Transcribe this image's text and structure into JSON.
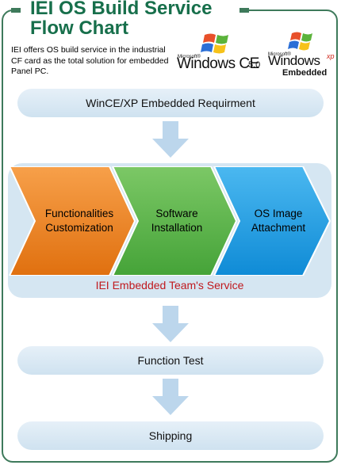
{
  "header": {
    "title_line1": "IEI OS Build Service",
    "title_line2": "Flow Chart",
    "intro": "IEI offers OS build service in the industrial CF card as the total solution for embedded Panel PC."
  },
  "logos": {
    "ce": {
      "small": "Microsoft®",
      "name": "Windows CE",
      "version": "5.0"
    },
    "xp": {
      "small": "Microsoft®",
      "name": "Windows",
      "sup": "xp",
      "sub": "Embedded"
    }
  },
  "flow": {
    "requirement": "WinCE/XP Embedded Requirment",
    "stages": [
      {
        "line1": "Functionalities",
        "line2": "Customization",
        "color": "#f0851e"
      },
      {
        "line1": "Software",
        "line2": "Installation",
        "color": "#5ab54a"
      },
      {
        "line1": "OS Image",
        "line2": "Attachment",
        "color": "#1a9ee6"
      }
    ],
    "service_label": "IEI Embedded Team's Service",
    "function_test": "Function Test",
    "shipping": "Shipping"
  },
  "colors": {
    "title": "#176f4b",
    "frame": "#3e7a5b",
    "arrow": "#bcd6ec",
    "bar": "#d6e7f3",
    "service_text": "#c0191e"
  }
}
